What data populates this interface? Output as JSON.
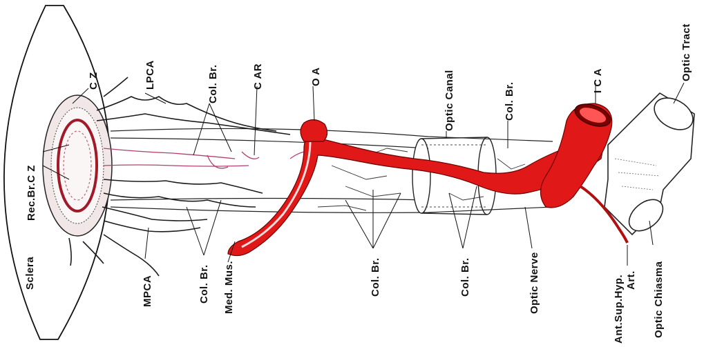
{
  "labels": {
    "sclera": "Sclera",
    "rec_br_cz": "Rec.Br.C Z",
    "cz": "C Z",
    "lpca": "LPCA",
    "col_br_top1": "Col. Br.",
    "car": "C AR",
    "oa": "O A",
    "optic_canal": "Optic Canal",
    "col_br_top2": "Col. Br.",
    "ica": "I C A",
    "optic_tract": "Optic Tract",
    "mpca": "MPCA",
    "col_br_bottom1": "Col. Br.",
    "med_mus": "Med. Mus.",
    "col_br_bottom2": "Col. Br.",
    "col_br_bottom3": "Col. Br.",
    "optic_nerve": "Optic Nerve",
    "ant_sup_hyp_art_1": "Ant.Sup.Hyp.",
    "ant_sup_hyp_art_2": "Art.",
    "optic_chiasma": "Optic Chiasma"
  },
  "colors": {
    "artery": "#e01818",
    "artery_dark": "#6a0000",
    "ink": "#111111"
  }
}
